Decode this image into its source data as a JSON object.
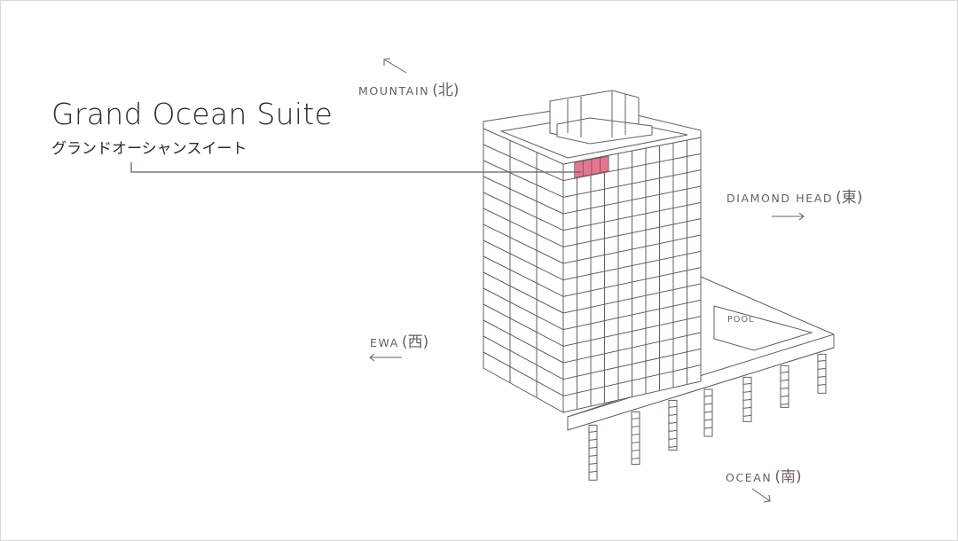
{
  "suite": {
    "title": "Grand Ocean Suite",
    "subtitle": "グランドオーシャンスイート",
    "highlight_color": "#e8758f"
  },
  "directions": {
    "north": {
      "label": "MOUNTAIN",
      "kanji": "(北)"
    },
    "east": {
      "label": "DIAMOND HEAD",
      "kanji": "(東)"
    },
    "west": {
      "label": "EWA",
      "kanji": "(西)"
    },
    "south": {
      "label": "OCEAN",
      "kanji": "(南)"
    }
  },
  "pool_label": "POOL",
  "building": {
    "floors": 15,
    "highlighted_floor": 15,
    "highlighted_units": 4
  }
}
